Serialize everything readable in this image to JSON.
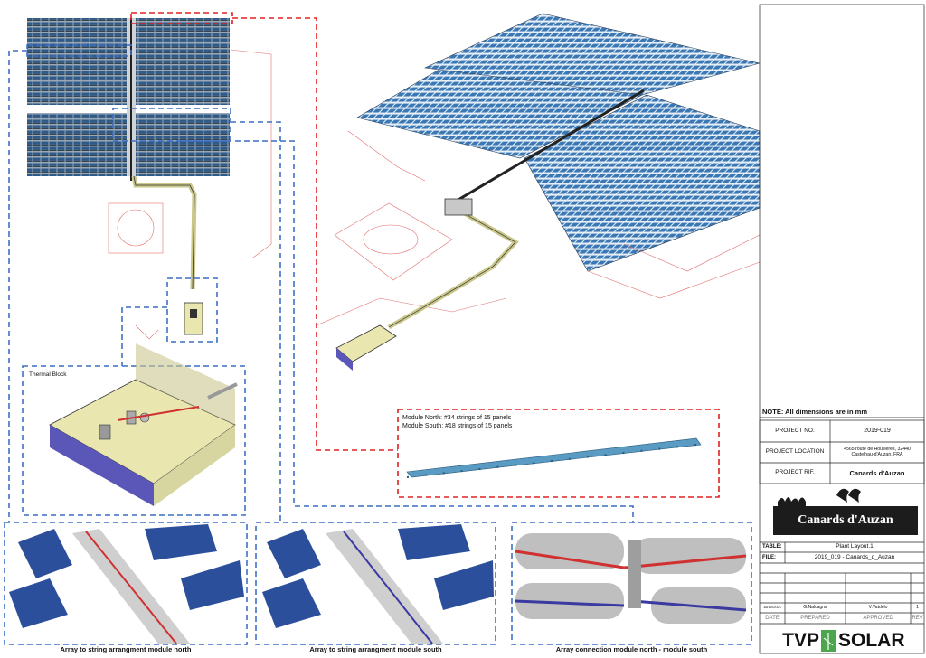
{
  "drawing": {
    "labels": {
      "thermal_block": "Thermal Block",
      "module_north": "Module North: #34 strings of 15 panels",
      "module_south": "Module South: #18 strings of 15 panels",
      "note": "NOTE: All dimensions are in mm"
    },
    "captions": [
      "Array to string arrangment module north",
      "Array to string arrangment module south",
      "Array connection module north - module south"
    ]
  },
  "title_block": {
    "project_no_label": "PROJECT NO.",
    "project_no": "2019-019",
    "project_location_label": "PROJECT LOCATION",
    "project_location": "4565 route de Houillères, 32440 Castelnau-d'Auzan, FRA",
    "project_rif_label": "PROJECT RIF.",
    "project_rif": "Canards d'Auzan",
    "logo_text": "Canards d'Auzan",
    "table_label": "TABLE:",
    "table_value": "Plant Layout.1",
    "file_label": "FILE:",
    "file_value": "2019_019 - Canards_d_Auzan",
    "rev_row": {
      "date": "18/10/2021",
      "prepared": "G.Nalcagna",
      "approved": "V.Vatdelo",
      "rev": "1"
    },
    "footer": {
      "date": "DATE",
      "prepared": "PREPARED",
      "approved": "APPROVED",
      "rev": "REV"
    },
    "company_left": "TVP",
    "company_right": "SOLAR"
  },
  "colors": {
    "panel": "#3a78b5",
    "panel_dark": "#2c4f9c",
    "red_dash": "#e02020",
    "blue_dash": "#3d6fc6",
    "tray": "#e8e6a8",
    "block_floor": "#e9e6b0",
    "block_wall": "#5b57b8"
  }
}
